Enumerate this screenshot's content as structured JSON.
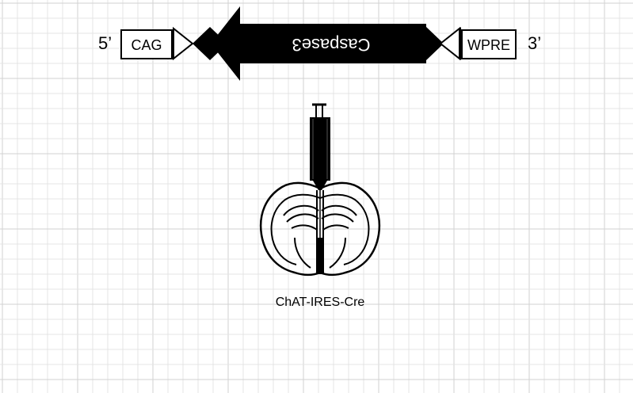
{
  "construct": {
    "five_prime": "5’",
    "three_prime": "3’",
    "promoter": "CAG",
    "gene": "Caspase3",
    "regulatory": "WPRE"
  },
  "mouse_line": "ChAT-IRES-Cre",
  "colors": {
    "ink": "#000000",
    "grid": "#e4e4e4",
    "background": "#ffffff"
  }
}
